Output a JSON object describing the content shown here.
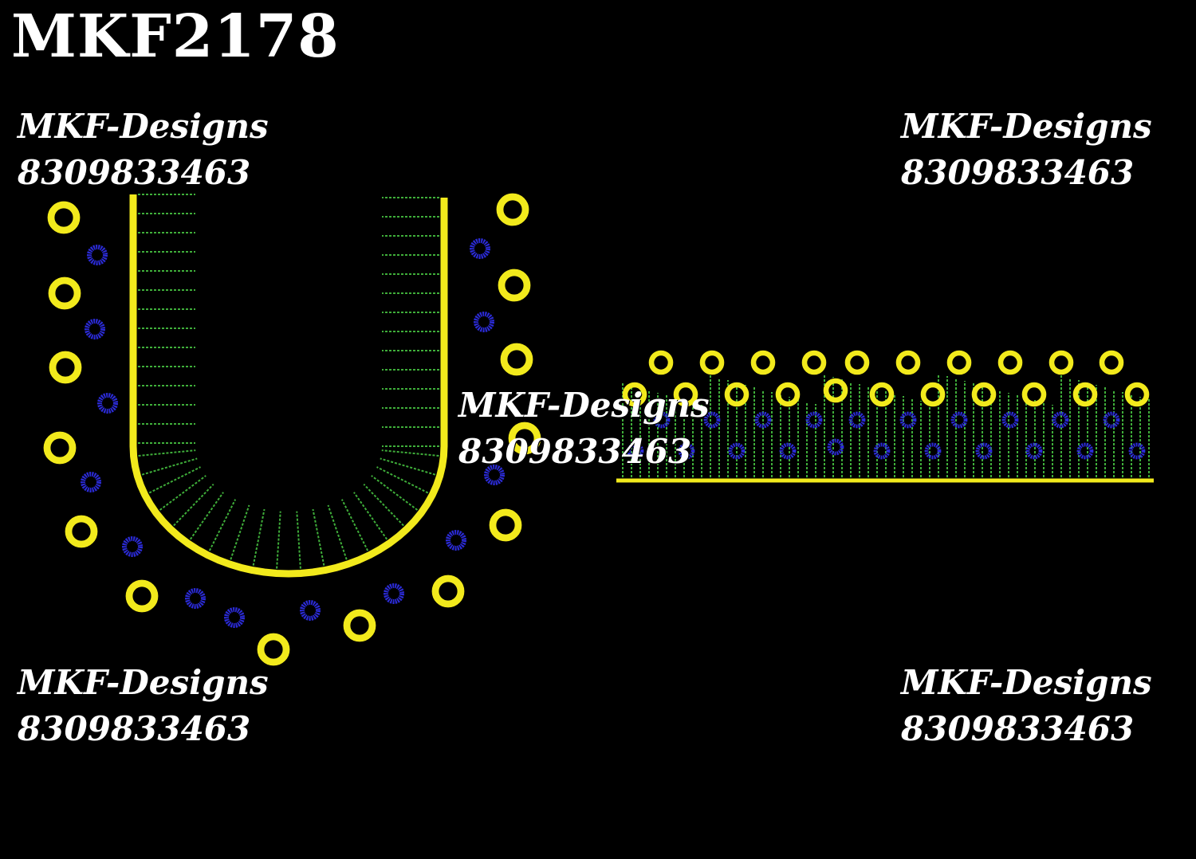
{
  "design_code": "MKF2178",
  "watermarks": [
    {
      "brand": "MKF-Designs",
      "phone": "8309833463"
    },
    {
      "brand": "MKF-Designs",
      "phone": "8309833463"
    },
    {
      "brand": "MKF-Designs",
      "phone": "8309833463"
    },
    {
      "brand": "MKF-Designs",
      "phone": "8309833463"
    },
    {
      "brand": "MKF-Designs",
      "phone": "8309833463"
    }
  ],
  "colors": {
    "background": "#000000",
    "outline": "#f2ea1c",
    "ring_yellow": "#f2ea1c",
    "ring_blue": "#2b2bd6",
    "stitch_green": "#3fae3a",
    "text": "#ffffff"
  },
  "motifs": {
    "neckline": "u-shaped-neckline-motif",
    "border": "straight-border-motif"
  }
}
